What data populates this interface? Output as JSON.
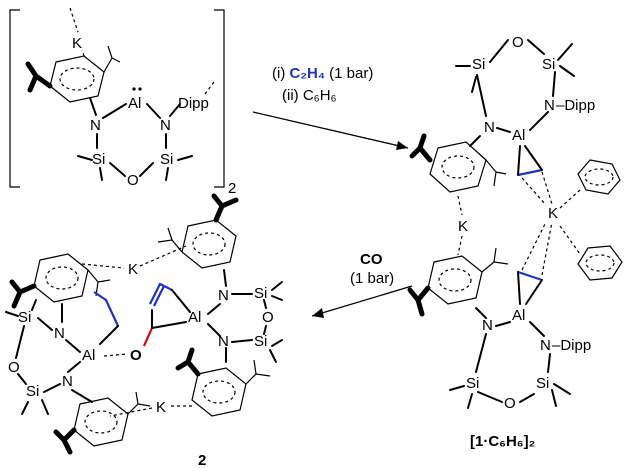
{
  "reactant": {
    "subscript": "2"
  },
  "atoms": {
    "K": "K",
    "N": "N",
    "Al": "Al",
    "Si": "Si",
    "O": "O",
    "Dipp": "Dipp",
    "DippBond": "–Dipp"
  },
  "step1": {
    "prefix": "(i) ",
    "reagent": "C₂H₄",
    "conditions": " (1 bar)"
  },
  "step2": {
    "label": "(ii) C₆H₆"
  },
  "step3": {
    "reagent": "CO",
    "conditions": "(1 bar)"
  },
  "product1": {
    "label": "[1·C₆H₆]₂"
  },
  "product2": {
    "label": "2"
  },
  "colors": {
    "ethylene_blue": "#2233bb",
    "co_red": "#cc1111"
  }
}
